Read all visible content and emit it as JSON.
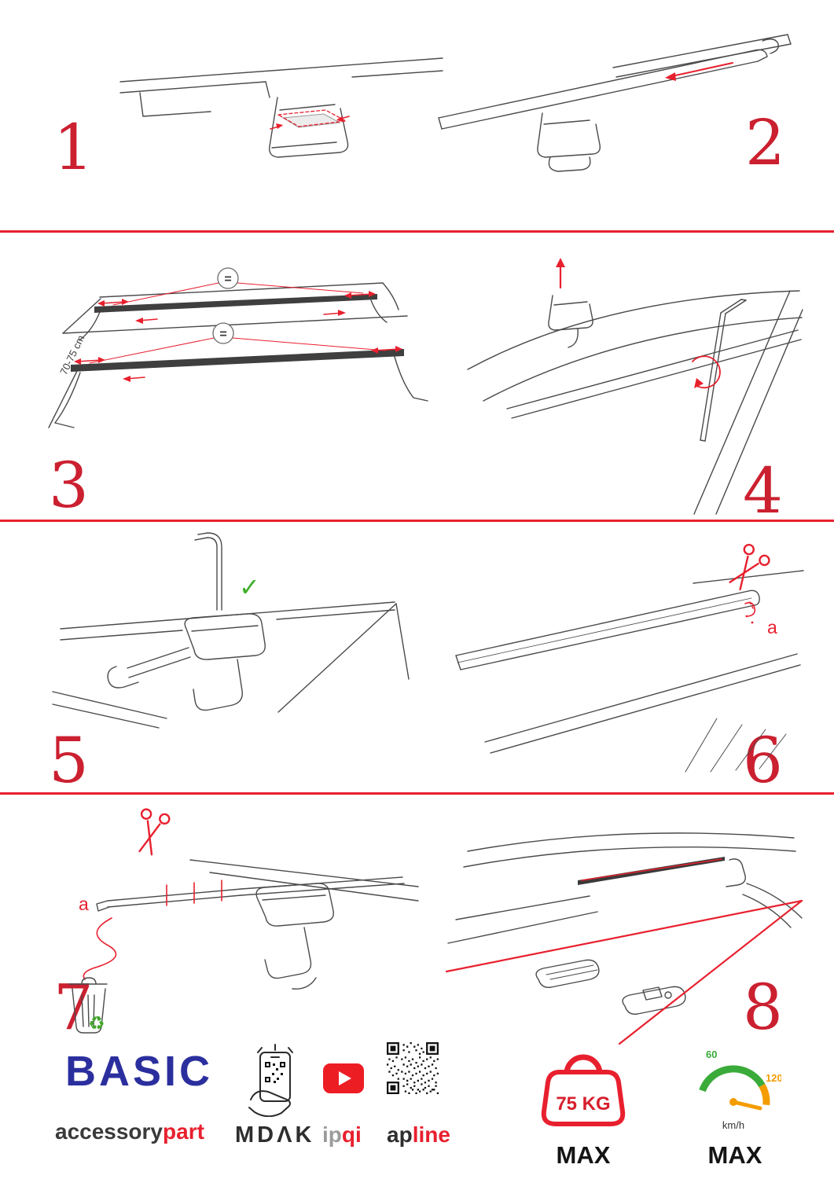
{
  "page": {
    "background": "#ffffff",
    "colors": {
      "accent_red": "#e8202e",
      "step_number_red": "#cb2030",
      "brand_blue": "#2b2f9e",
      "youtube_red": "#ed1d24",
      "check_green": "#3fae29",
      "gauge_green": "#3aab3a",
      "gauge_orange": "#f39c00"
    }
  },
  "steps": [
    "1",
    "2",
    "3",
    "4",
    "5",
    "6",
    "7",
    "8"
  ],
  "step3": {
    "measurement": "70-75 cm",
    "equal_top": "=",
    "equal_bottom": "="
  },
  "step5": {
    "checkmark": "✓"
  },
  "step6": {
    "cut_label": "a"
  },
  "step7": {
    "cut_label": "a",
    "recycle_symbol": "♻"
  },
  "footer": {
    "brand_title": "BASIC",
    "brand_sub_prefix": "accessory",
    "brand_sub_suffix": "part",
    "partner1": "MDΛK",
    "partner2_prefix": "ip",
    "partner2_suffix": "qi",
    "partner3_prefix": "ap",
    "partner3_suffix": "line",
    "weight_limit": "75 KG",
    "weight_max_label": "MAX",
    "speed_tick_low": "60",
    "speed_tick_high": "120",
    "speed_unit": "km/h",
    "speed_max_label": "MAX"
  }
}
